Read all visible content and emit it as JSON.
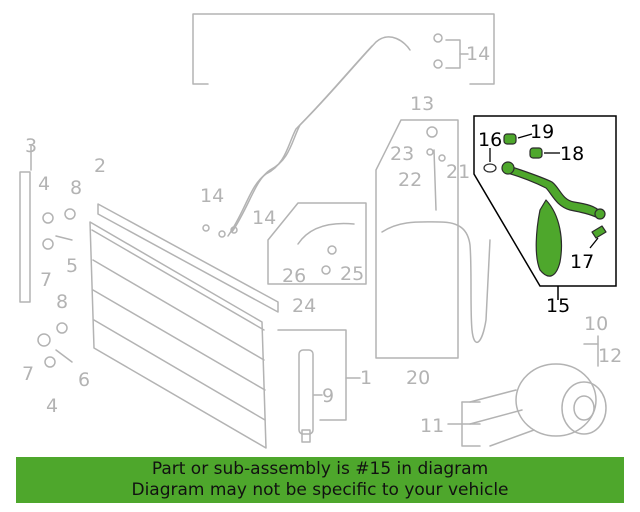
{
  "diagram": {
    "highlight_part": "15",
    "colors": {
      "grey": "#b3b3b3",
      "highlight": "#4ea72c",
      "outline": "#2b2b2b",
      "black": "#000000"
    },
    "callouts": [
      {
        "id": "c1",
        "text": "1"
      },
      {
        "id": "c2",
        "text": "2"
      },
      {
        "id": "c3",
        "text": "3"
      },
      {
        "id": "c4a",
        "text": "4"
      },
      {
        "id": "c4b",
        "text": "4"
      },
      {
        "id": "c5",
        "text": "5"
      },
      {
        "id": "c6",
        "text": "6"
      },
      {
        "id": "c7a",
        "text": "7"
      },
      {
        "id": "c7b",
        "text": "7"
      },
      {
        "id": "c8a",
        "text": "8"
      },
      {
        "id": "c8b",
        "text": "8"
      },
      {
        "id": "c9",
        "text": "9"
      },
      {
        "id": "c10",
        "text": "10"
      },
      {
        "id": "c11",
        "text": "11"
      },
      {
        "id": "c12",
        "text": "12"
      },
      {
        "id": "c13",
        "text": "13"
      },
      {
        "id": "c14a",
        "text": "14"
      },
      {
        "id": "c14b",
        "text": "14"
      },
      {
        "id": "c14c",
        "text": "14"
      },
      {
        "id": "c15",
        "text": "15"
      },
      {
        "id": "c16",
        "text": "16"
      },
      {
        "id": "c17",
        "text": "17"
      },
      {
        "id": "c18",
        "text": "18"
      },
      {
        "id": "c19",
        "text": "19"
      },
      {
        "id": "c20",
        "text": "20"
      },
      {
        "id": "c21",
        "text": "21"
      },
      {
        "id": "c22",
        "text": "22"
      },
      {
        "id": "c23",
        "text": "23"
      },
      {
        "id": "c24",
        "text": "24"
      },
      {
        "id": "c25",
        "text": "25"
      },
      {
        "id": "c26",
        "text": "26"
      }
    ]
  },
  "footer": {
    "line1": "Part or sub-assembly is #15 in diagram",
    "line2": "Diagram may not be specific to your vehicle"
  }
}
